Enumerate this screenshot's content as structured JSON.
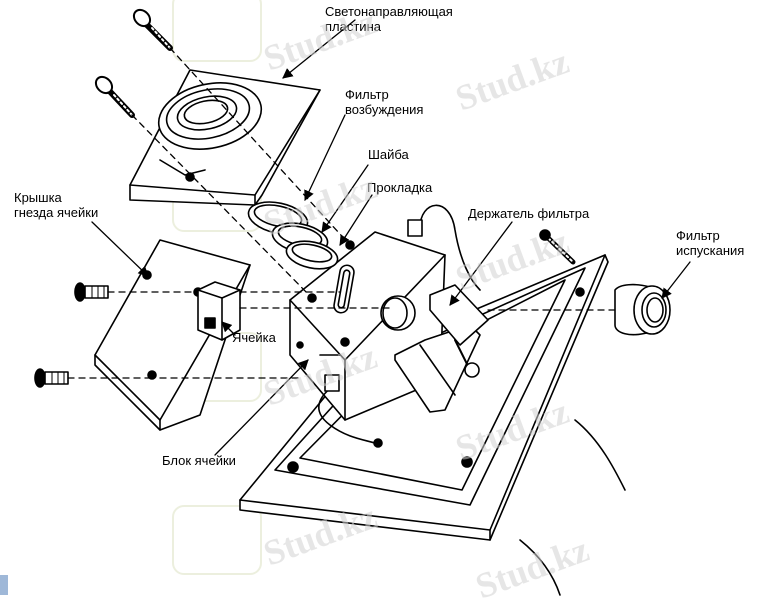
{
  "labels": {
    "light_guide_plate": "Светонаправляющая\nпластина",
    "excitation_filter": "Фильтр\nвозбуждения",
    "washer": "Шайба",
    "gasket": "Прокладка",
    "filter_holder": "Держатель фильтра",
    "emission_filter": "Фильтр\nиспускания",
    "cell_holder_cover": "Крышка\nгнезда ячейки",
    "cell": "Ячейка",
    "cell_block": "Блок ячейки"
  },
  "watermark": {
    "text": "Stud.kz",
    "color": "#d3d3d3"
  },
  "colors": {
    "line": "#000000",
    "background": "#ffffff"
  }
}
